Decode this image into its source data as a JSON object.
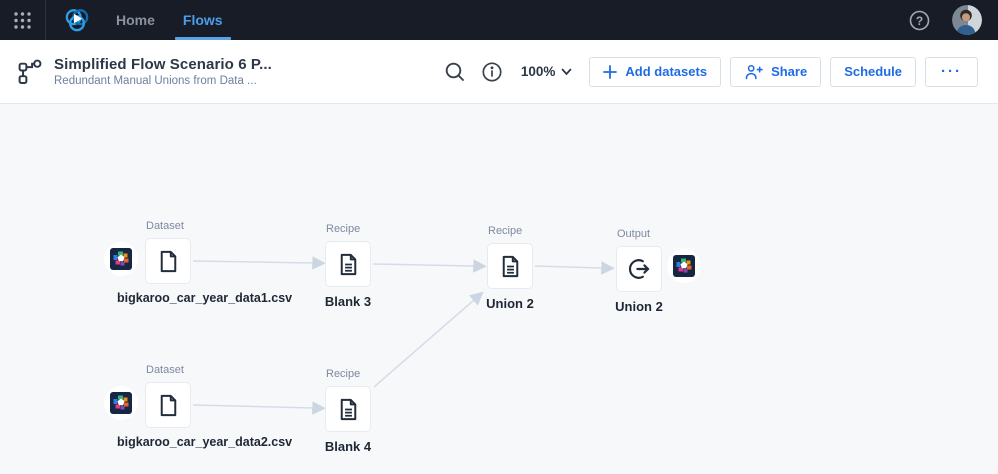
{
  "navbar": {
    "tabs": [
      {
        "label": "Home"
      },
      {
        "label": "Flows"
      }
    ]
  },
  "toolbar": {
    "title": "Simplified Flow Scenario 6 P...",
    "subtitle": "Redundant Manual Unions from Data ...",
    "zoom_level": "100%",
    "add_datasets_label": "Add datasets",
    "share_label": "Share",
    "schedule_label": "Schedule",
    "more_label": "···"
  },
  "flow": {
    "nodes": [
      {
        "type_label": "Dataset",
        "name": "bigkaroo_car_year_data1.csv",
        "icon": "file-icon"
      },
      {
        "type_label": "Recipe",
        "name": "Blank 3",
        "icon": "recipe-icon"
      },
      {
        "type_label": "Recipe",
        "name": "Union 2",
        "icon": "recipe-icon"
      },
      {
        "type_label": "Output",
        "name": "Union 2",
        "icon": "output-icon"
      },
      {
        "type_label": "Dataset",
        "name": "bigkaroo_car_year_data2.csv",
        "icon": "file-icon"
      },
      {
        "type_label": "Recipe",
        "name": "Blank 4",
        "icon": "recipe-icon"
      }
    ],
    "connections": [
      {
        "from": "bigkaroo_car_year_data1.csv",
        "to": "Blank 3"
      },
      {
        "from": "Blank 3",
        "to": "Union 2 (recipe)"
      },
      {
        "from": "Union 2 (recipe)",
        "to": "Union 2 (output)"
      },
      {
        "from": "bigkaroo_car_year_data2.csv",
        "to": "Blank 4"
      },
      {
        "from": "Blank 4",
        "to": "Union 2 (recipe)"
      }
    ]
  },
  "icons": {
    "help_glyph": "?"
  },
  "colors": {
    "navbar_bg": "#171c26",
    "active_tab_blue": "#4b9ee9",
    "accent_blue": "#1f6be6",
    "canvas_bg": "#f7f8fa",
    "connector": "#d5dce8",
    "node_border": "#e6ebf2",
    "label_gray": "#7d8aa0",
    "text_dark": "#1e2735"
  }
}
